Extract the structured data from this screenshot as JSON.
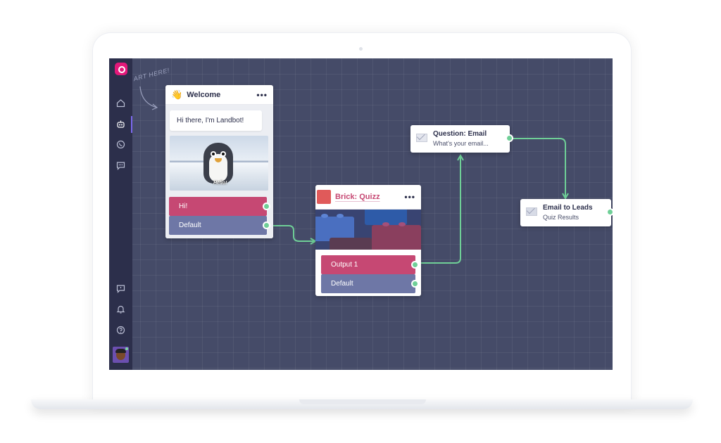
{
  "sidebar": {
    "icons": [
      "logo-icon",
      "home-icon",
      "bot-icon",
      "whatsapp-icon",
      "chat-icon",
      "feedback-icon",
      "bell-icon",
      "help-icon",
      "avatar"
    ]
  },
  "canvas": {
    "hint_text": "ART HERE!"
  },
  "welcome_card": {
    "title": "Welcome",
    "menu": "•••",
    "message": "Hi there, I'm Landbot!",
    "gif_caption": "Hello!",
    "options": [
      "Hi!",
      "Default"
    ]
  },
  "brick_card": {
    "title": "Brick: Quizz",
    "menu": "•••",
    "options": [
      "Output 1",
      "Default"
    ]
  },
  "question_node": {
    "title": "Question: Email",
    "subtitle": "What's your email..."
  },
  "leads_node": {
    "title": "Email to Leads",
    "subtitle": "Quiz Results"
  },
  "colors": {
    "canvas": "#454b68",
    "sidebar": "#2c2f4b",
    "accent_pink": "#c64873",
    "accent_blue": "#6e77a6",
    "connector": "#6fcf97",
    "brand": "#e3197a"
  }
}
